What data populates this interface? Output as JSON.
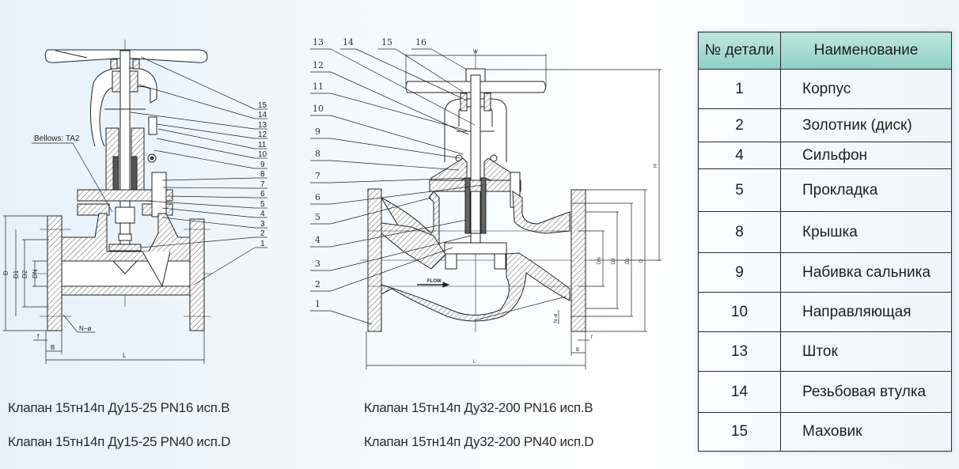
{
  "left_drawing": {
    "part_labels": [
      "15",
      "14",
      "13",
      "12",
      "11",
      "10",
      "9",
      "8",
      "7",
      "6",
      "5",
      "4",
      "3",
      "2",
      "1"
    ],
    "bellows_label": "Bellows: TA2",
    "dimensions": {
      "D": "D",
      "D1": "D1",
      "D2": "D2",
      "DN": "DN",
      "f": "f",
      "B": "B",
      "L": "L",
      "N": "N−ø"
    }
  },
  "right_drawing": {
    "top_labels": [
      "13",
      "14",
      "15",
      "16"
    ],
    "side_labels": [
      "12",
      "11",
      "10",
      "9",
      "8",
      "7",
      "6",
      "5",
      "4",
      "3",
      "2",
      "1"
    ],
    "flow_label": "FLOW",
    "dimensions": {
      "W": "W",
      "H": "H",
      "D": "D",
      "D1": "D1",
      "D2": "D2",
      "DN": "DN",
      "f": "f",
      "B": "B",
      "L": "L",
      "N": "N−ø"
    }
  },
  "captions": {
    "left": [
      "Клапан 15тн14п Ду15-25 PN16 исп.B",
      "Клапан 15тн14п Ду15-25 PN40 исп.D"
    ],
    "right": [
      "Клапан 15тн14п Ду32-200 PN16 исп.B",
      "Клапан 15тн14п Ду32-200 PN40 исп.D"
    ]
  },
  "parts_table": {
    "headers": [
      "№ детали",
      "Наименование"
    ],
    "rows": [
      {
        "num": "1",
        "name": "Корпус"
      },
      {
        "num": "2",
        "name": "Золотник (диск)"
      },
      {
        "num": "4",
        "name": "Сильфон"
      },
      {
        "num": "5",
        "name": "Прокладка"
      },
      {
        "num": "8",
        "name": "Крышка"
      },
      {
        "num": "9",
        "name": "Набивка сальника"
      },
      {
        "num": "10",
        "name": "Направляющая"
      },
      {
        "num": "13",
        "name": "Шток"
      },
      {
        "num": "14",
        "name": "Резьбовая втулка"
      },
      {
        "num": "15",
        "name": "Маховик"
      }
    ],
    "header_color": "#9dd6cd"
  }
}
